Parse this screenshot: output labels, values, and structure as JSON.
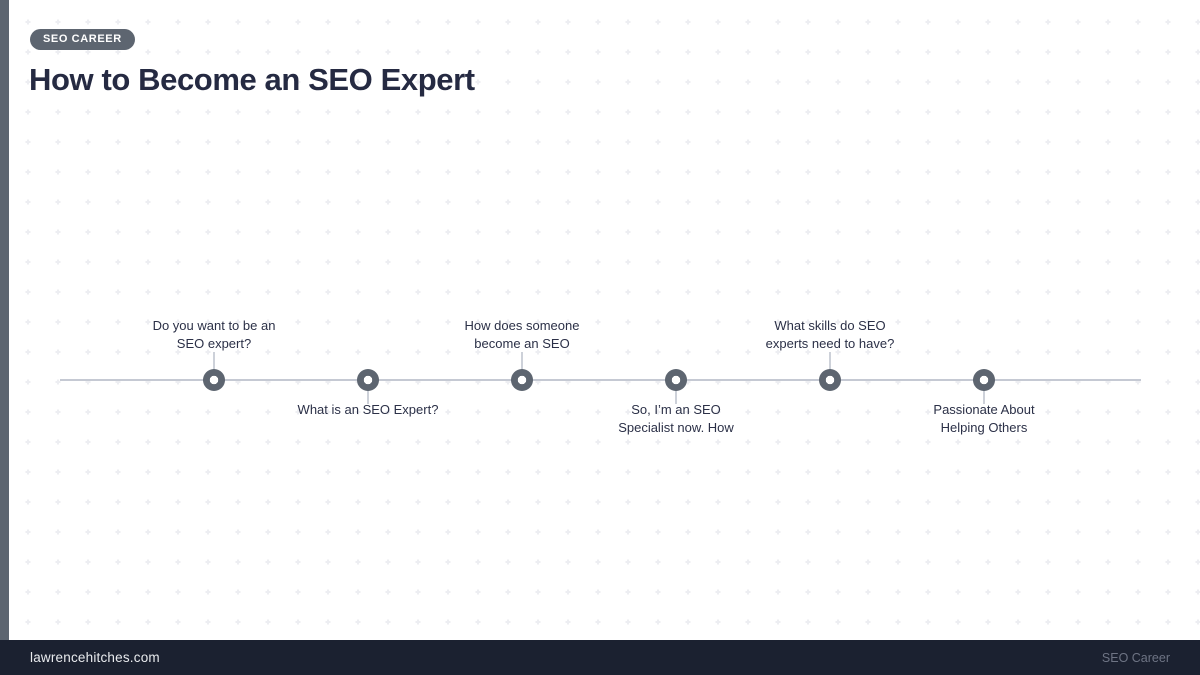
{
  "page": {
    "badge": "SEO CAREER",
    "title": "How to Become an SEO Expert"
  },
  "timeline": {
    "milestones": [
      {
        "position": "above",
        "lines": [
          "Do you want to be an",
          "SEO expert?"
        ]
      },
      {
        "position": "below",
        "lines": [
          "What is an SEO Expert?"
        ]
      },
      {
        "position": "above",
        "lines": [
          "How does someone",
          "become an SEO"
        ]
      },
      {
        "position": "below",
        "lines": [
          "So, I’m an SEO",
          "Specialist now. How"
        ]
      },
      {
        "position": "above",
        "lines": [
          "What skills do SEO",
          "experts need to have?"
        ]
      },
      {
        "position": "below",
        "lines": [
          "Passionate About",
          "Helping Others"
        ]
      }
    ]
  },
  "footer": {
    "site": "lawrencehitches.com",
    "label": "SEO Career"
  },
  "colors": {
    "accent_slate": "#5d6570",
    "heading_navy": "#252a42",
    "label_navy": "#2b3047",
    "timeline_line": "#c5c9d3",
    "footer_bg": "#1b2130",
    "footer_site_text": "#e9ebee",
    "footer_label_text": "#6e7484",
    "background_dots": "#edeef2"
  }
}
